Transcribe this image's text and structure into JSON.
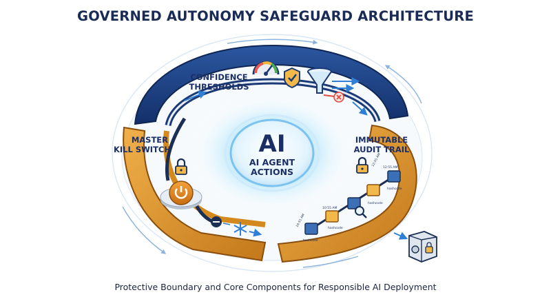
{
  "title": "GOVERNED AUTONOMY SAFEGUARD ARCHITECTURE",
  "subtitle": "Protective Boundary and Core Components for Responsible AI Deployment",
  "center": {
    "big": "AI",
    "line1": "AI AGENT",
    "line2": "ACTIONS"
  },
  "components": {
    "confidence": {
      "line1": "CONFIDENCE",
      "line2": "THRESHOLDS"
    },
    "kill_switch": {
      "line1": "MASTER",
      "line2": "KILL SWITCH"
    },
    "audit": {
      "line1": "IMMUTABLE",
      "line2": "AUDIT TRAIL"
    }
  },
  "audit_chain": {
    "timestamps": [
      "10:55 AM",
      "10:55 AM",
      "12:55 AM",
      "12:55 AM"
    ],
    "hash_label": "hashcode"
  },
  "colors": {
    "navy": "#1b3a75",
    "gold": "#d3891d",
    "accent_blue": "#2f7fd6",
    "glow": "#bfe6fb",
    "title": "#1a2b55"
  },
  "icons": [
    "gauge-icon",
    "shield-check-icon",
    "filter-funnel-icon",
    "reject-x-icon",
    "padlock-icon",
    "power-button-icon",
    "stop-icon",
    "snowflake-icon",
    "hash-block-icon",
    "magnifier-icon",
    "vault-safe-icon"
  ]
}
